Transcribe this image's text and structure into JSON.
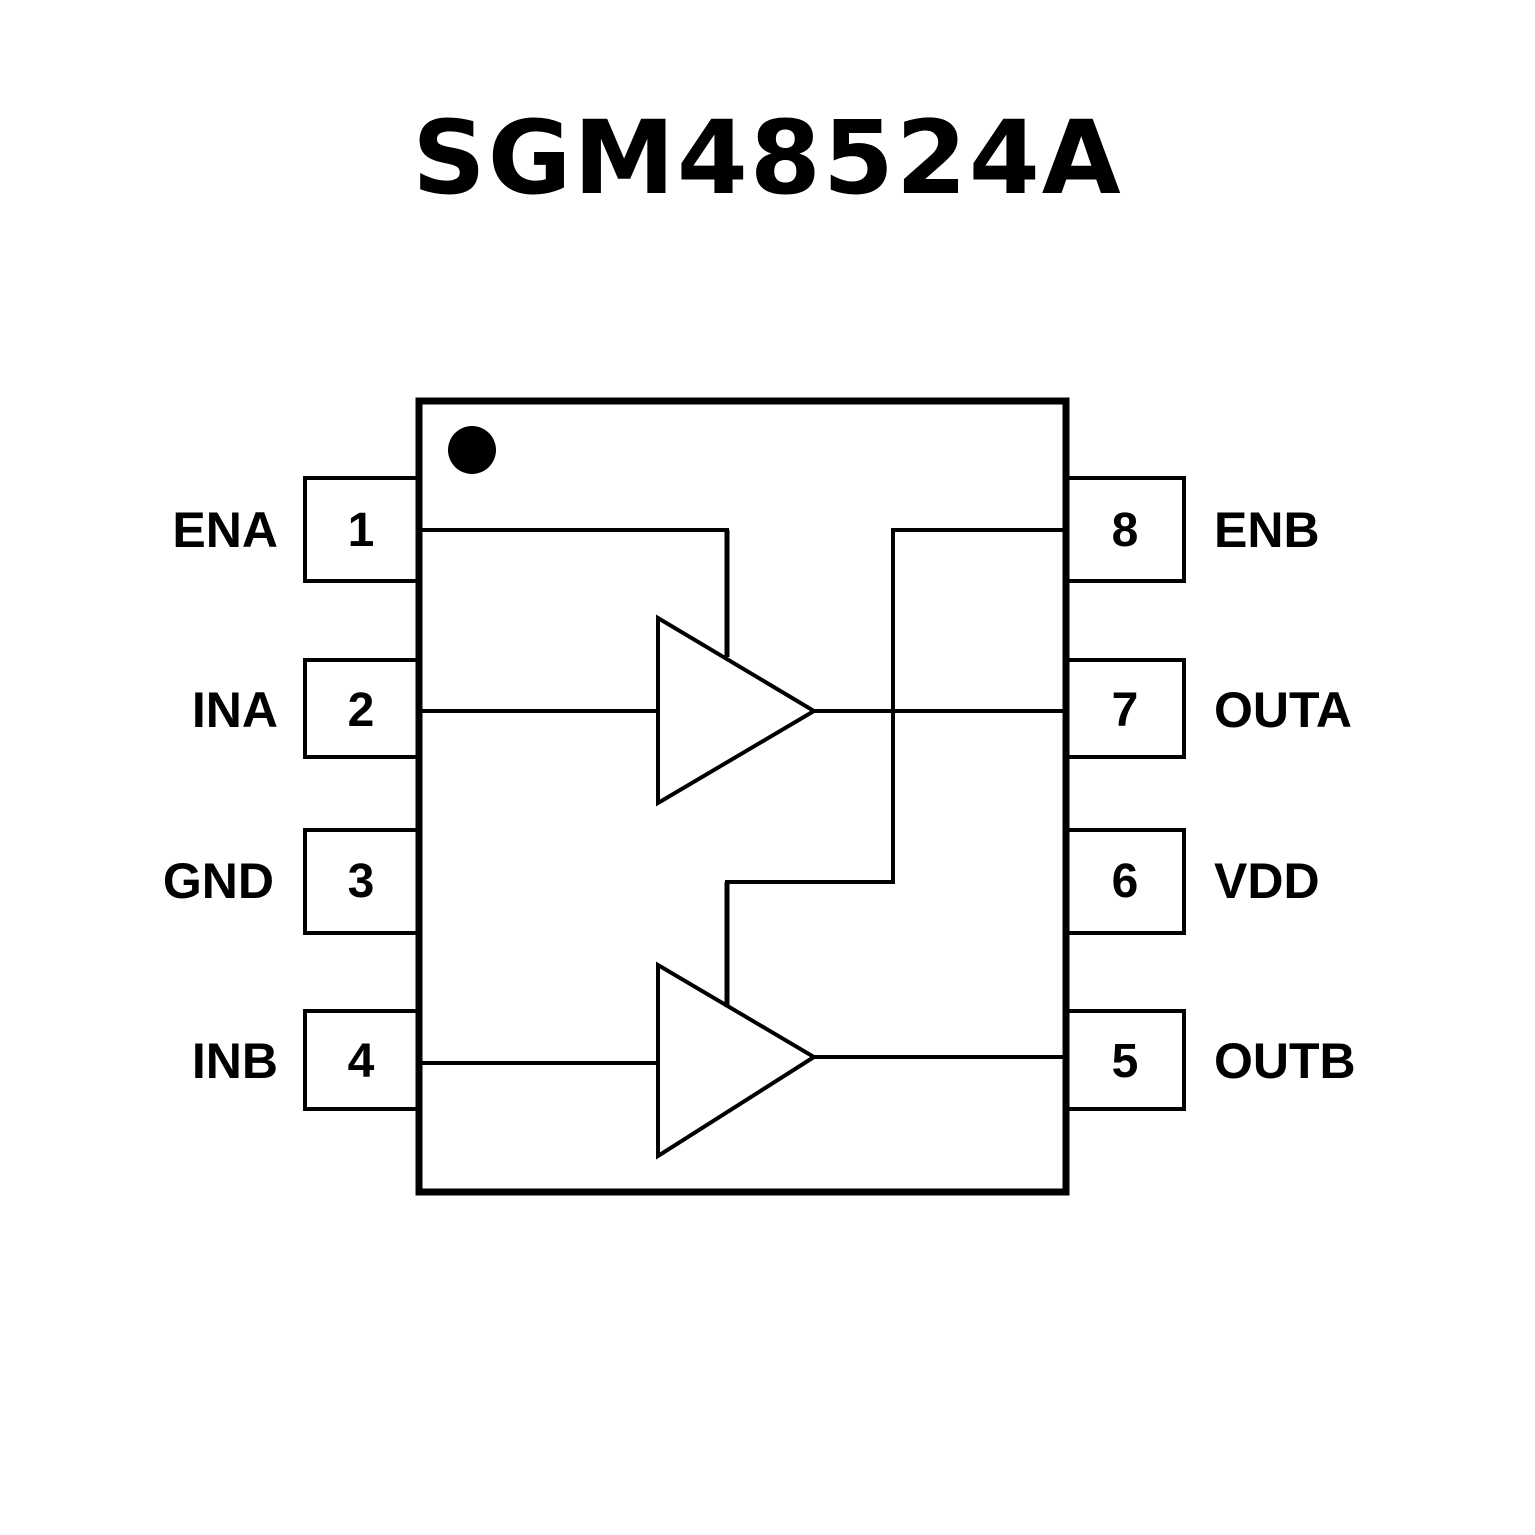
{
  "title": "SGM48524A",
  "colors": {
    "stroke": "#000000",
    "background": "#ffffff"
  },
  "package": {
    "pin1_marker": "dot",
    "left_pins": [
      {
        "number": "1",
        "name": "ENA"
      },
      {
        "number": "2",
        "name": "INA"
      },
      {
        "number": "3",
        "name": "GND"
      },
      {
        "number": "4",
        "name": "INB"
      }
    ],
    "right_pins": [
      {
        "number": "8",
        "name": "ENB"
      },
      {
        "number": "7",
        "name": "OUTA"
      },
      {
        "number": "6",
        "name": "VDD"
      },
      {
        "number": "5",
        "name": "OUTB"
      }
    ]
  },
  "internal": {
    "buffers": [
      {
        "name": "buffer-a",
        "input": "INA",
        "output": "OUTA",
        "enable": "ENA"
      },
      {
        "name": "buffer-b",
        "input": "INB",
        "output": "OUTB",
        "enable": "ENB"
      }
    ]
  }
}
